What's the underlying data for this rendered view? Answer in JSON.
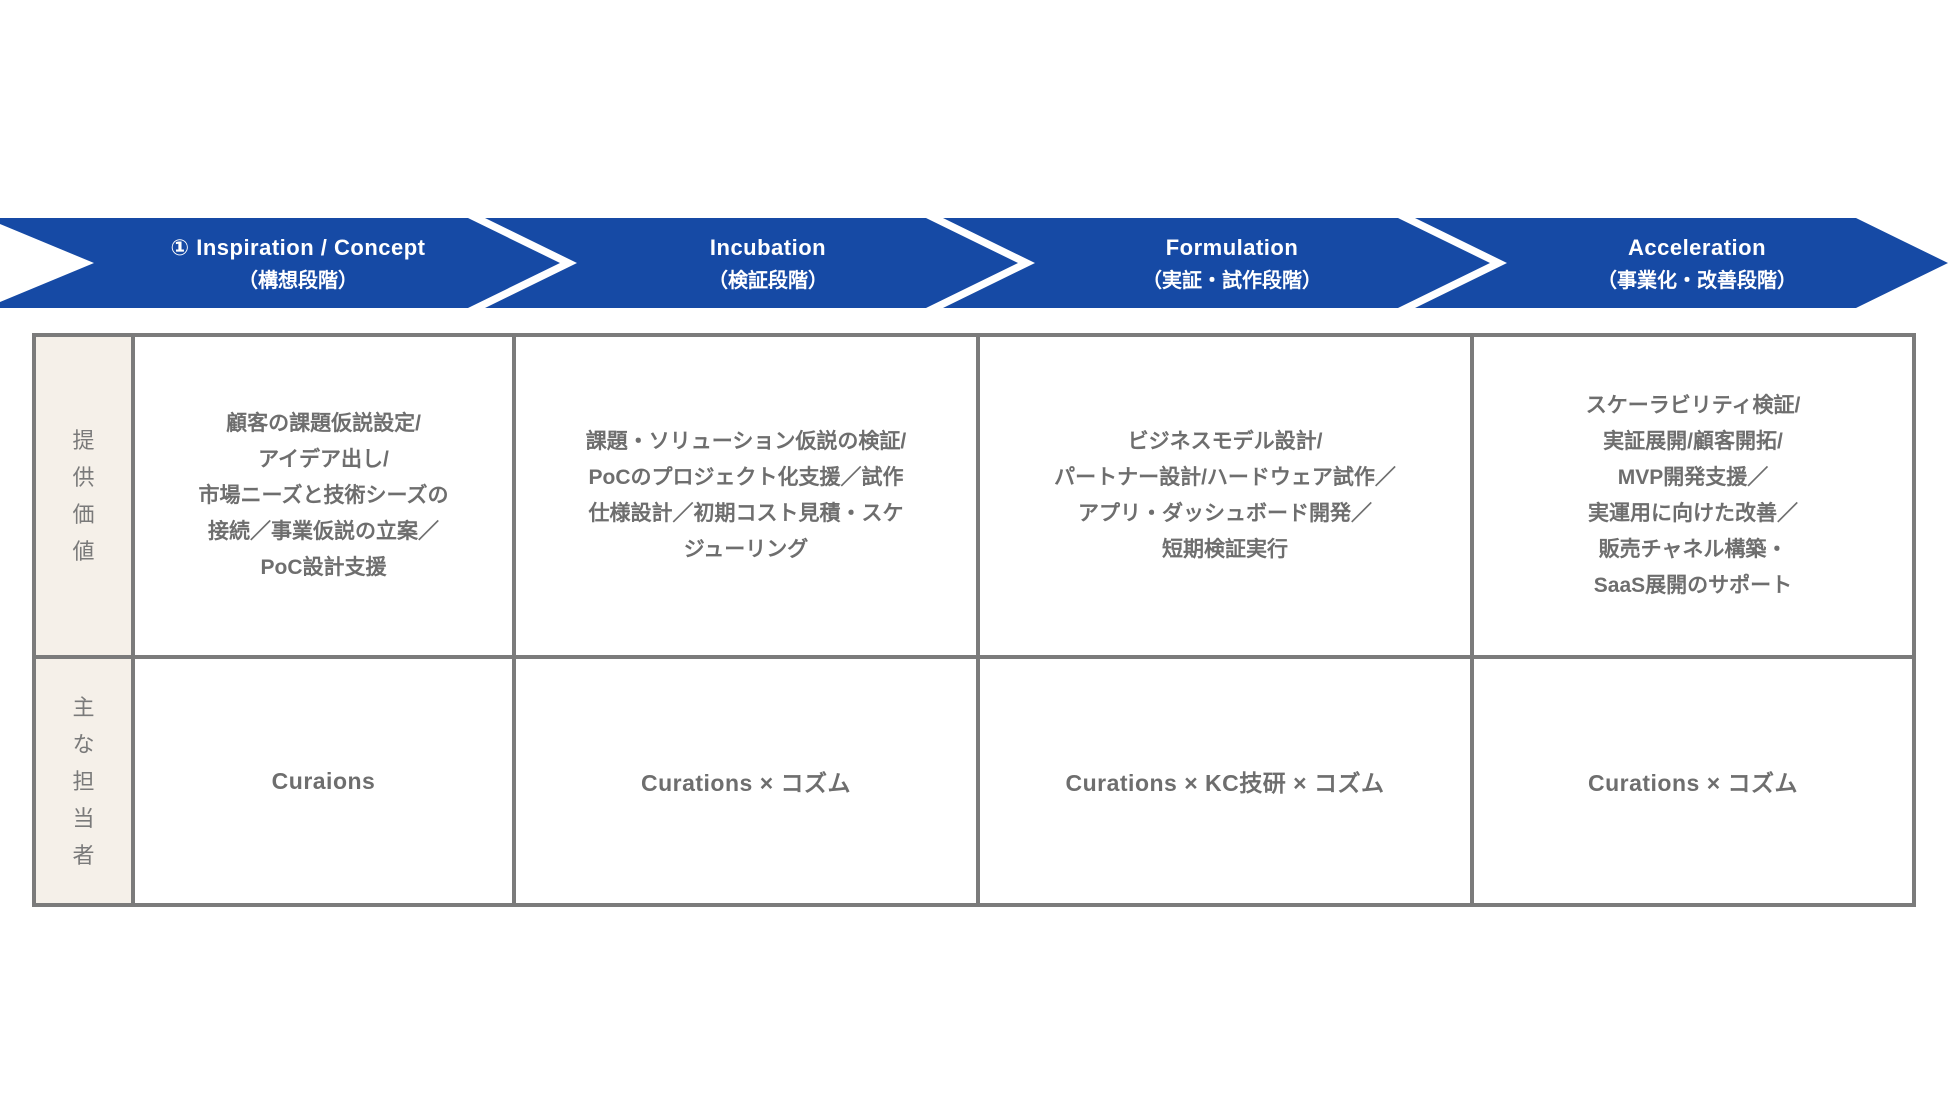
{
  "colors": {
    "arrow_blue": "#164aa5",
    "border_gray": "#7b7b7b",
    "text_gray": "#6e6e6e",
    "label_bg": "#f5f0e9"
  },
  "phases": [
    {
      "title": "① Inspiration / Concept",
      "subtitle": "（構想段階）"
    },
    {
      "title": "Incubation",
      "subtitle": "（検証段階）"
    },
    {
      "title": "Formulation",
      "subtitle": "（実証・試作段階）"
    },
    {
      "title": "Acceleration",
      "subtitle": "（事業化・改善段階）"
    }
  ],
  "rows": [
    {
      "label": "提\n供\n価\n値",
      "cells": [
        "顧客の課題仮説設定/\nアイデア出し/\n市場ニーズと技術シーズの\n接続／事業仮説の立案／\nPoC設計支援",
        "課題・ソリューション仮説の検証/\nPoCのプロジェクト化支援／試作\n仕様設計／初期コスト見積・スケ\nジューリング",
        "ビジネスモデル設計/\nパートナー設計/ハードウェア試作／\nアプリ・ダッシュボード開発／\n短期検証実行",
        "スケーラビリティ検証/\n実証展開/顧客開拓/\nMVP開発支援／\n実運用に向けた改善／\n販売チャネル構築・\nSaaS展開のサポート"
      ]
    },
    {
      "label": "主\nな\n担\n当\n者",
      "cells": [
        "Curaions",
        "Curations × コズム",
        "Curations × KC技研 × コズム",
        "Curations × コズム"
      ]
    }
  ]
}
